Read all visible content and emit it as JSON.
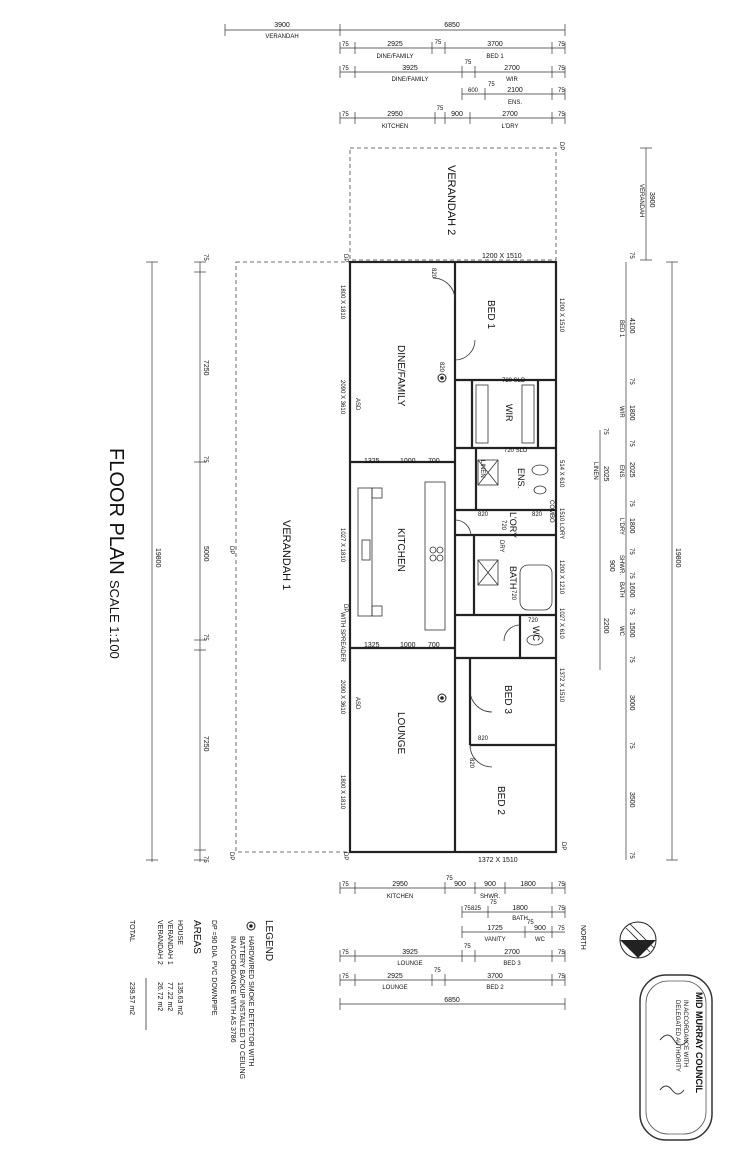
{
  "plan": {
    "title": "FLOOR PLAN",
    "scale": "SCALE 1:100",
    "north": "NORTH"
  },
  "rooms": {
    "verandah1": "VERANDAH 1",
    "verandah2": "VERANDAH 2",
    "dine_family": "DINE/FAMILY",
    "kitchen": "KITCHEN",
    "lounge": "LOUNGE",
    "bed1": "BED 1",
    "bed2": "BED 2",
    "bed3": "BED 3",
    "wir": "WIR",
    "ens": "ENS.",
    "lory": "L'ORY",
    "bath": "BATH",
    "wc": "WC",
    "linen": "LINEN",
    "dry": "DRY"
  },
  "plan_labels": {
    "win_bed1_top": "1200 X 1510",
    "win_bed1_side": "1200 X 1510",
    "win_dine_1": "1800 X 1810",
    "win_dine_2": "2090 X 3610",
    "win_kitchen": "1027 X 1810",
    "win_lounge_1": "2090 X 3610",
    "win_lounge_2": "1800 X 1810",
    "win_bed2_bottom": "1372 X 1510",
    "win_bed3": "1372 X 1510",
    "win_lory": "1510 LORY",
    "win_combo": "1200 X 1210",
    "win_wc": "1027 X 610",
    "win_ens": "514 X 610",
    "asd_1": "ASD",
    "asd_2": "ASD",
    "with_spreader": "WITH SPREADER",
    "door_820_a": "820",
    "door_820_b": "820",
    "door_820_c": "820",
    "door_820_d": "820",
    "door_820_e": "820",
    "door_820_f": "820",
    "door_720_a": "720",
    "door_720_b": "720",
    "door_720_c": "720",
    "sld_1": "720 SLD",
    "sld_2": "720 SLD",
    "combo": "COMBO",
    "dp": "DP",
    "kitchen_dims_top": [
      "1325",
      "1000",
      "700"
    ],
    "kitchen_dims_bottom": [
      "1325",
      "1000",
      "700"
    ]
  },
  "dims_top": {
    "row1": [
      "3900",
      "6850"
    ],
    "row1_label": "VERANDAH",
    "row2": [
      "75",
      "2925",
      "75",
      "3700",
      "75"
    ],
    "row2_labels": [
      "DINE/FAMILY",
      "BED 1"
    ],
    "row3": [
      "75",
      "3925",
      "75",
      "2700",
      "75"
    ],
    "row3_labels": [
      "DINE/FAMILY",
      "WIR"
    ],
    "row4": [
      "600",
      "75",
      "2100",
      "75"
    ],
    "row4_labels": [
      "ENS."
    ],
    "row5": [
      "75",
      "2950",
      "75",
      "900",
      "2700",
      "75"
    ],
    "row5_labels": [
      "KITCHEN",
      "L'DRY"
    ]
  },
  "dims_left": {
    "values": [
      "75",
      "7250",
      "75",
      "5000",
      "75",
      "7250",
      "75"
    ],
    "total": "19800"
  },
  "dims_right": {
    "total": "19800",
    "verandah": "3900",
    "verandah_label": "VERANDAH",
    "values": [
      "75",
      "4100",
      "75",
      "1800",
      "75",
      "2025",
      "75",
      "1800",
      "75",
      "900",
      "75",
      "1600",
      "75",
      "1500",
      "75",
      "3000",
      "75",
      "3500",
      "75"
    ],
    "labels": [
      "BED 1",
      "WIR",
      "ENS.",
      "L'DRY",
      "SHWR.",
      "BATH",
      "WC"
    ],
    "extra": [
      "75",
      "2025",
      "LINEN",
      "2200"
    ]
  },
  "dims_bottom": {
    "row1": [
      "75",
      "2950",
      "75",
      "900",
      "900",
      "1800",
      "75"
    ],
    "row1_labels": [
      "KITCHEN",
      "SHWR."
    ],
    "row2": [
      "75",
      "825",
      "75",
      "1800",
      "75"
    ],
    "row2_labels": [
      "BATH"
    ],
    "row3": [
      "1725",
      "75",
      "900",
      "75"
    ],
    "row3_labels": [
      "VANITY",
      "WC"
    ],
    "row4": [
      "75",
      "3925",
      "75",
      "2700",
      "75"
    ],
    "row4_labels": [
      "LOUNGE",
      "BED 3"
    ],
    "row5": [
      "75",
      "2925",
      "75",
      "3700",
      "75"
    ],
    "row5_labels": [
      "LOUNGE",
      "BED 2"
    ],
    "row6": [
      "6850"
    ]
  },
  "legend": {
    "title": "LEGEND",
    "smoke_line1": "HARDWIRED SMOKE DETECTOR WITH",
    "smoke_line2": "BATTERY BACKUP INSTALLED TO CEILING",
    "smoke_line3": "IN ACCORDANCE WITH AS 3786",
    "dp_note": "DP =90 DIA. PVC DOWNPIPE"
  },
  "areas": {
    "title": "AREAS",
    "rows": [
      {
        "label": "HOUSE",
        "value": "135.63 m2"
      },
      {
        "label": "VERANDAH 1",
        "value": "77.22 m2"
      },
      {
        "label": "VERANDAH 2",
        "value": "26.72 m2"
      }
    ],
    "total_label": "TOTAL",
    "total_value": "239.57 m2"
  },
  "stamp": {
    "line1": "MID MURRAY COUNCIL",
    "line2": "IN ACCORDANCE WITH",
    "line3": "DELEGATED AUTHORITY"
  }
}
